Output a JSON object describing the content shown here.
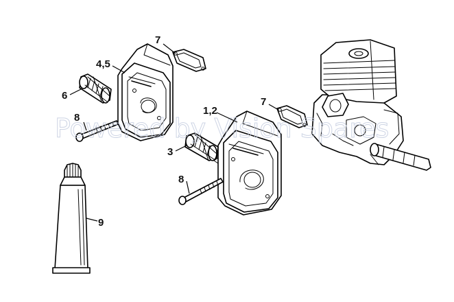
{
  "callouts": {
    "c_7_top": "7",
    "c_4_5": "4,5",
    "c_6": "6",
    "c_8_top": "8",
    "c_7_mid": "7",
    "c_1_2": "1,2",
    "c_3": "3",
    "c_8_bottom": "8",
    "c_9": "9"
  },
  "watermark": {
    "text": "Powered by Vision Spares"
  }
}
